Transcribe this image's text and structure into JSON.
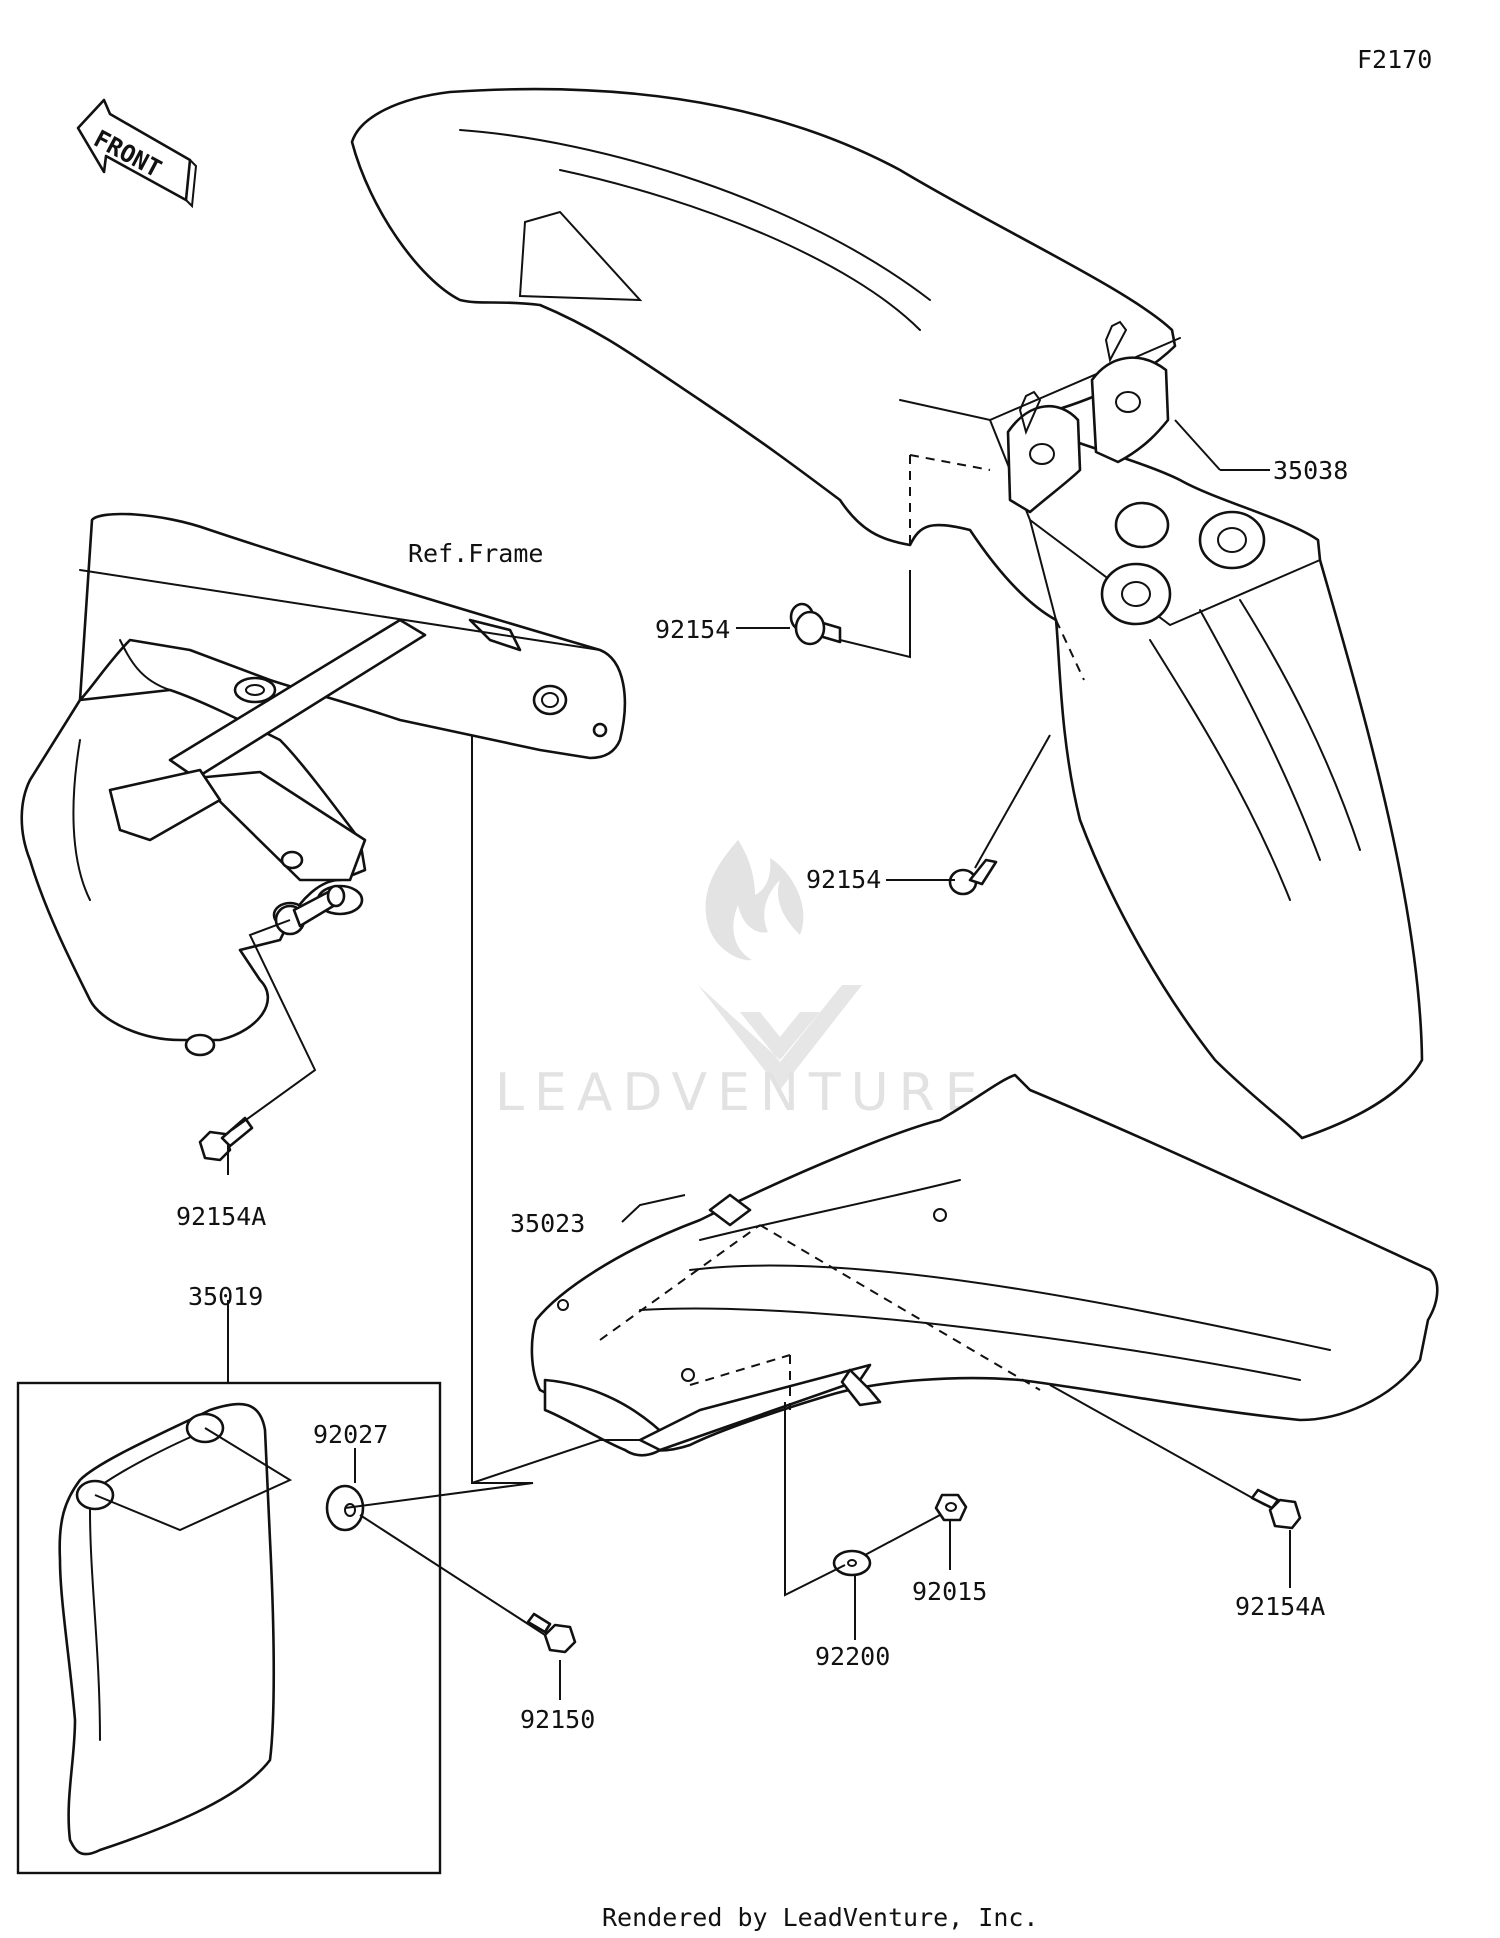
{
  "diagram_code": "F2170",
  "front_label": "FRONT",
  "ref_frame_label": "Ref.Frame",
  "watermark": "LEADVENTURE",
  "footer": "Rendered by LeadVenture, Inc.",
  "parts": {
    "p35038": "35038",
    "p92154_top": "92154",
    "p92154_mid": "92154",
    "p92154A_left": "92154A",
    "p35023": "35023",
    "p35019": "35019",
    "p92027": "92027",
    "p92150": "92150",
    "p92200": "92200",
    "p92015": "92015",
    "p92154A_right": "92154A"
  }
}
